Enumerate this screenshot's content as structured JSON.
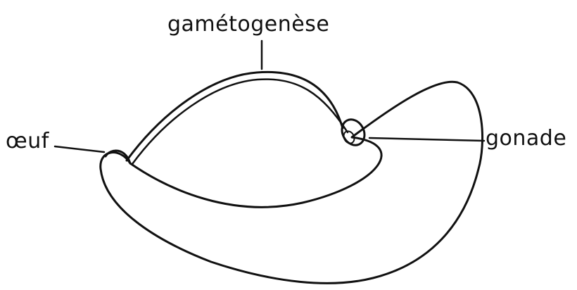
{
  "labels": {
    "top": "gamétogenèse",
    "left": "œuf",
    "right": "gonade"
  },
  "colors": {
    "ink": "#111111",
    "background": "#ffffff"
  }
}
